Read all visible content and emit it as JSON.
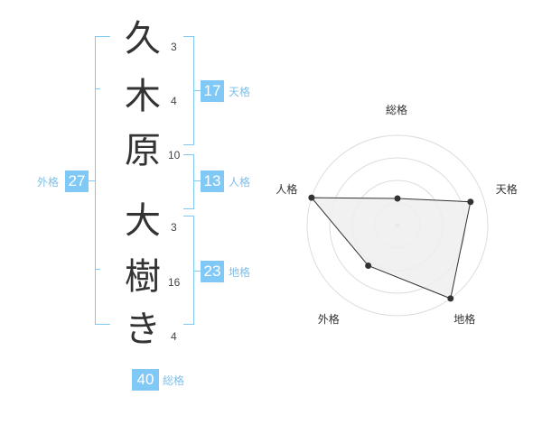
{
  "name": {
    "characters": [
      {
        "char": "久",
        "strokes": "3"
      },
      {
        "char": "木",
        "strokes": "4"
      },
      {
        "char": "原",
        "strokes": "10"
      },
      {
        "char": "大",
        "strokes": "3"
      },
      {
        "char": "樹",
        "strokes": "16"
      },
      {
        "char": "き",
        "strokes": "4"
      }
    ]
  },
  "fortunes": {
    "tenkaku": {
      "value": "17",
      "label": "天格"
    },
    "jinkaku": {
      "value": "13",
      "label": "人格"
    },
    "chikaku": {
      "value": "23",
      "label": "地格"
    },
    "gaikaku": {
      "value": "27",
      "label": "外格"
    },
    "soukaku": {
      "value": "40",
      "label": "総格"
    }
  },
  "colors": {
    "accent": "#80c8f6",
    "accent_text": "#7fbfe9",
    "radar_fill": "#eeeeee",
    "radar_stroke": "#333333"
  },
  "chart_data": {
    "type": "radar",
    "axes": [
      "総格",
      "天格",
      "地格",
      "外格",
      "人格"
    ],
    "values": [
      0.3,
      0.85,
      1.0,
      0.55,
      1.0
    ],
    "range": [
      0,
      1
    ],
    "grid": true,
    "levels": 4
  }
}
